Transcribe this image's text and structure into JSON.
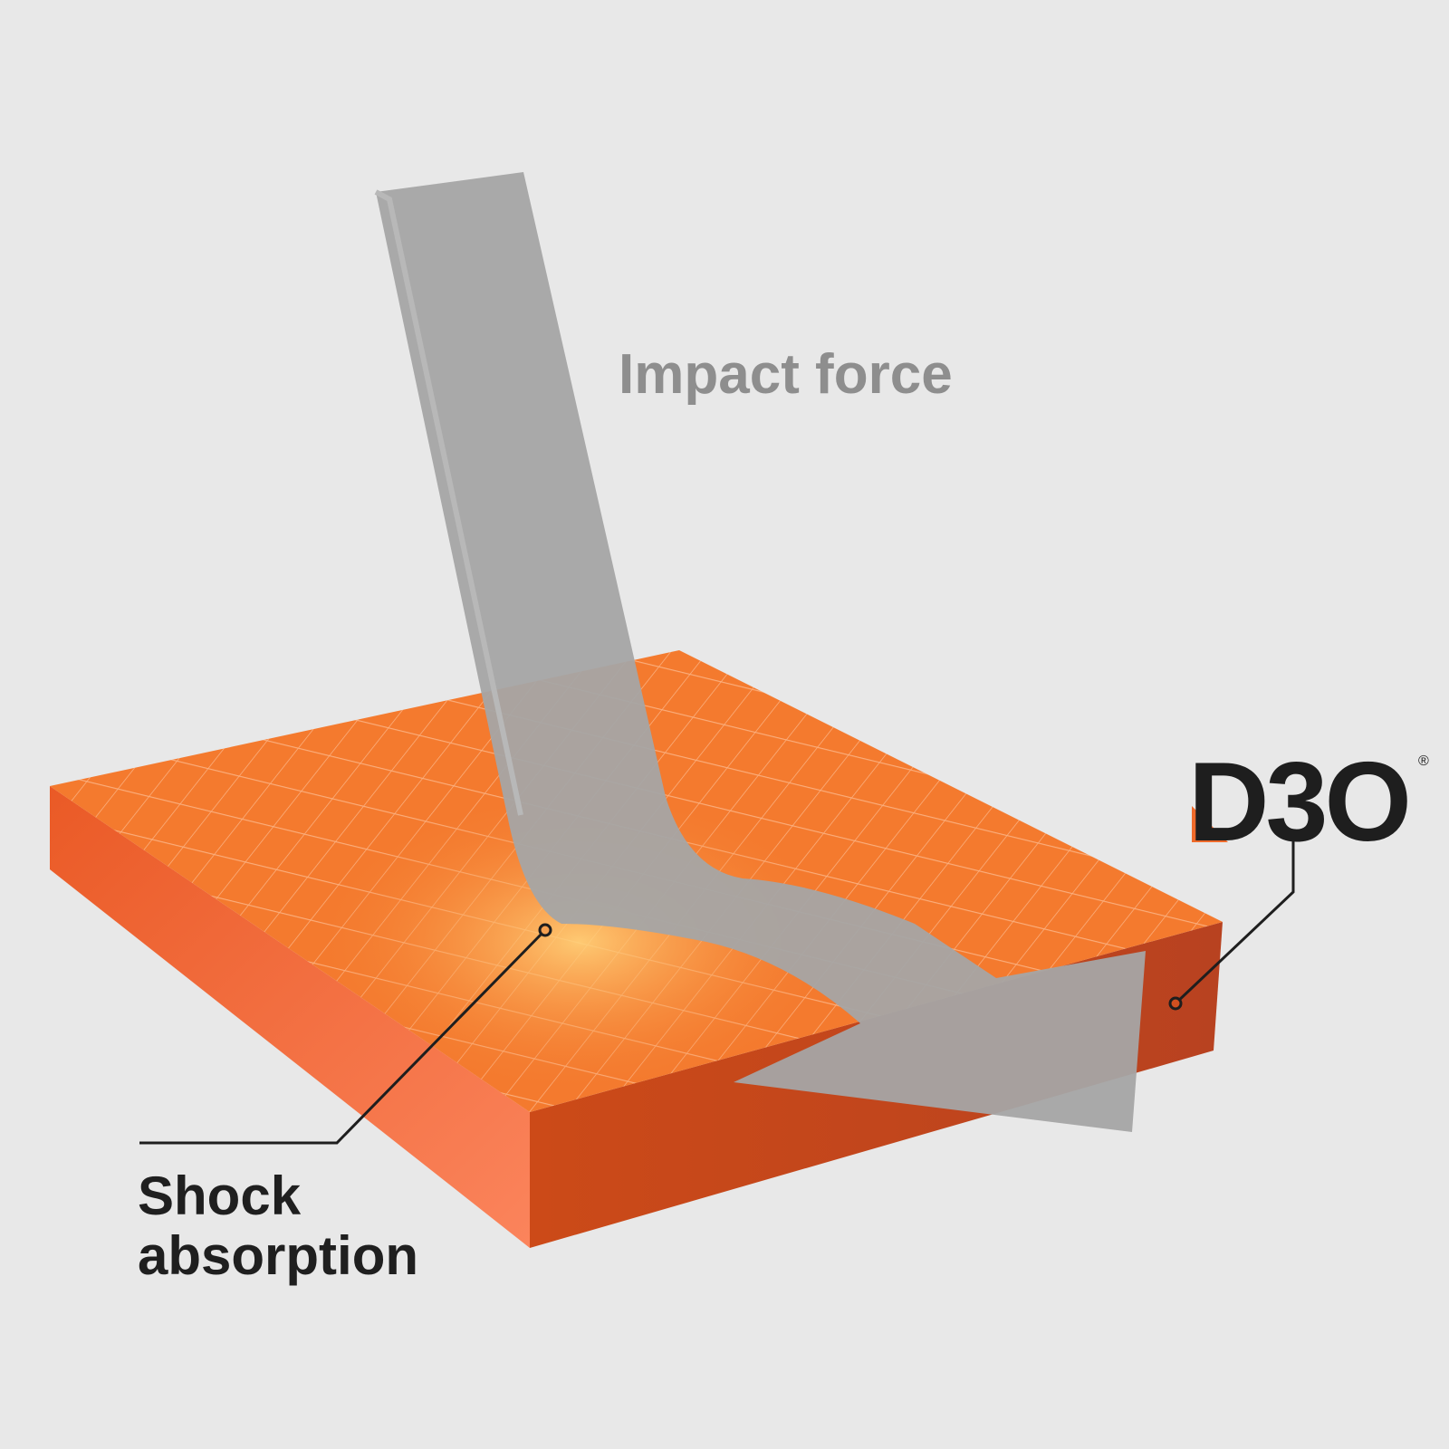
{
  "labels": {
    "impact_force": "Impact force",
    "shock_absorption_line1": "Shock",
    "shock_absorption_line2": "absorption"
  },
  "logo": {
    "text": "D3O",
    "registered": "®"
  },
  "colors": {
    "background": "#e8e8e8",
    "slab_top": "#f47a2e",
    "slab_front": "#ef6a30",
    "slab_side": "#c4461c",
    "arrow": "#a5a5a5",
    "logo_accent": "#ef6a2a",
    "logo_text": "#1e1e1e"
  }
}
